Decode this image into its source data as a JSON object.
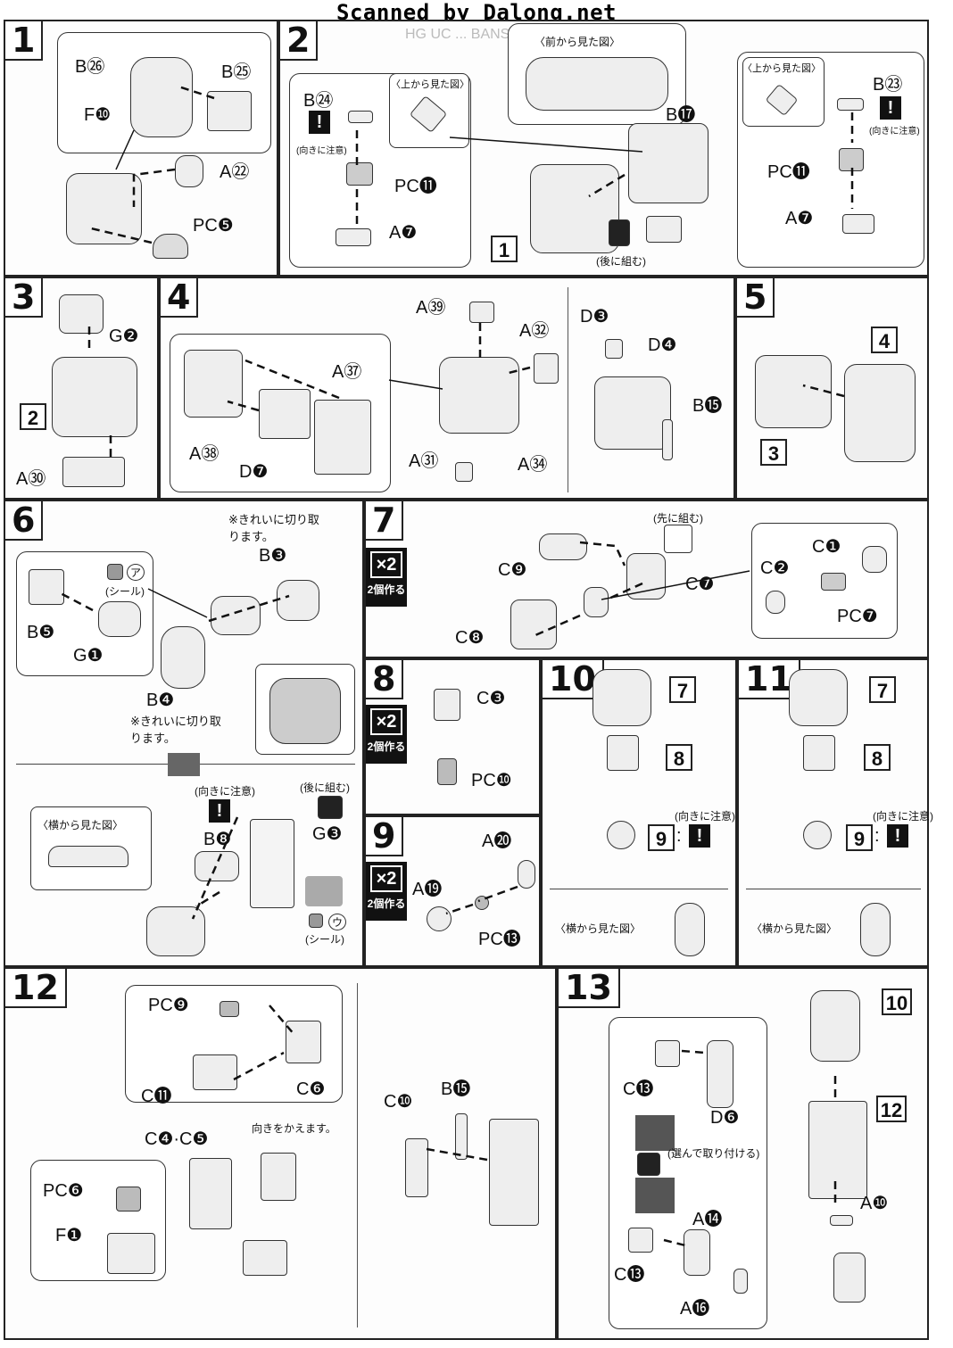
{
  "watermark": "Scanned by Dalong.net",
  "header_faint": "HG UC ... BANSHEE ...",
  "steps": {
    "s1": "1",
    "s2": "2",
    "s3": "3",
    "s4": "4",
    "s5": "5",
    "s6": "6",
    "s7": "7",
    "s8": "8",
    "s9": "9",
    "s10": "10",
    "s11": "11",
    "s12": "12",
    "s13": "13"
  },
  "labels": {
    "p1_B26": "B㉖",
    "p1_B25": "B㉕",
    "p1_F10": "F❿",
    "p1_A22": "A㉒",
    "p1_PC5": "PC❺",
    "p2_B24": "B㉔",
    "p2_PC11": "PC⓫",
    "p2_A7": "A❼",
    "p2_B17": "B⓱",
    "p2_B23": "B㉓",
    "p2_PC11b": "PC⓫",
    "p2_A7b": "A❼",
    "p3_G2": "G❷",
    "p3_A30": "A㉚",
    "p4_A39": "A㊴",
    "p4_A32": "A㉜",
    "p4_A37": "A㊲",
    "p4_A38": "A㊳",
    "p4_D7": "D❼",
    "p4_A31": "A㉛",
    "p4_A34": "A㉞",
    "p4_D3": "D❸",
    "p4_D4": "D❹",
    "p4_B15": "B⓯",
    "p6_B3": "B❸",
    "p6_B5": "B❺",
    "p6_G1": "G❶",
    "p6_B4": "B❹",
    "p6_B8": "B❽",
    "p6_G3": "G❸",
    "p7_C9": "C❾",
    "p7_C7": "C❼",
    "p7_C8": "C❽",
    "p7_C1": "C❶",
    "p7_C2": "C❷",
    "p7_PC7": "PC❼",
    "p8_C3": "C❸",
    "p8_PC10": "PC❿",
    "p9_A20": "A⓴",
    "p9_A19": "A⓳",
    "p9_PC13": "PC⓭",
    "p12_PC9": "PC❾",
    "p12_C11": "C⓫",
    "p12_C6": "C❻",
    "p12_C4C5": "C❹·C❺",
    "p12_PC6": "PC❻",
    "p12_F1": "F❶",
    "p12_C10": "C❿",
    "p12_B15": "B⓯",
    "p13_C13": "C⓭",
    "p13_D6": "D❻",
    "p13_A14": "A⓮",
    "p13_C13b": "C⓭",
    "p13_A16": "A⓰",
    "p13_A10": "A❿"
  },
  "refs": {
    "r2_1": "1",
    "r3_2": "2",
    "r5_4": "4",
    "r5_3": "3",
    "r10_7": "7",
    "r10_8": "8",
    "r10_9": "9",
    "r11_7": "7",
    "r11_8": "8",
    "r11_9": "9",
    "r13_10": "10",
    "r13_12": "12"
  },
  "notes": {
    "front_view": "〈前から見た図〉",
    "top_view_a": "〈上から見た図〉",
    "top_view_b": "〈上から見た図〉",
    "caution_dir": "(向きに注意)",
    "caution_dir_b": "(向きに注意)",
    "build_later": "(後に組む)",
    "build_later_6": "(後に組む)",
    "cut_clean_1": "※きれいに切り取ります。",
    "cut_clean_2": "※きれいに切り取ります。",
    "seal_a": "(シール)",
    "seal_u": "(シール)",
    "seal_a_mark": "ア",
    "seal_u_mark": "ウ",
    "side_view_6": "〈横から見た図〉",
    "caution_dir_6": "(向きに注意)",
    "build_first": "(先に組む)",
    "side_view_10": "〈横から見た図〉",
    "side_view_11": "〈横から見た図〉",
    "caution_10": "(向きに注意)",
    "caution_11": "(向きに注意)",
    "change_dir": "向きをかえます。",
    "choose_attach": "(選んで取り付ける)",
    "make_two": "2個作る",
    "x2": "×2"
  },
  "ui": {
    "exclam": "!",
    "colon": ":"
  }
}
